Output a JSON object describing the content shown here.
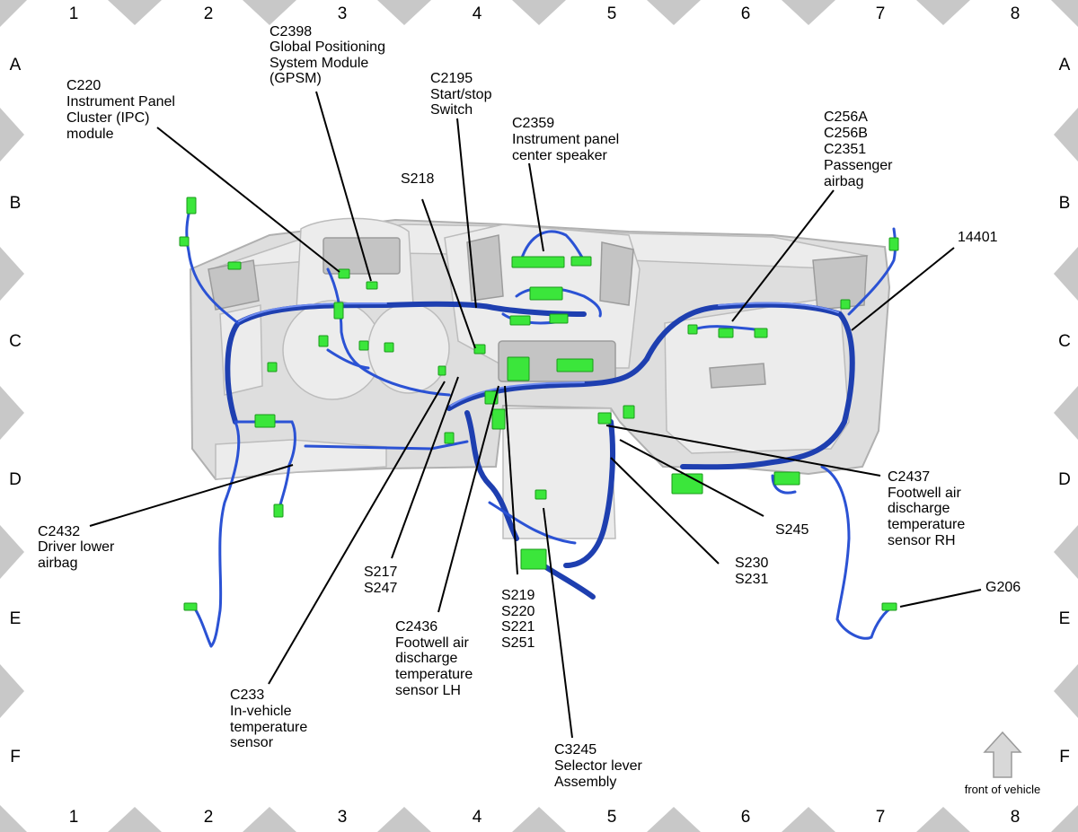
{
  "grid": {
    "columns": [
      "1",
      "2",
      "3",
      "4",
      "5",
      "6",
      "7",
      "8"
    ],
    "rows": [
      "A",
      "B",
      "C",
      "D",
      "E",
      "F"
    ]
  },
  "labels": {
    "c220": [
      "C220",
      "Instrument Panel",
      "Cluster (IPC)",
      "module"
    ],
    "c2398": [
      "C2398",
      "Global Positioning",
      "System Module",
      "(GPSM)"
    ],
    "c2195": [
      "C2195",
      "Start/stop",
      "Switch"
    ],
    "c2359": [
      "C2359",
      "Instrument panel",
      "center speaker"
    ],
    "s218": [
      "S218"
    ],
    "c256": [
      "C256A",
      "C256B",
      "C2351",
      "Passenger",
      "airbag"
    ],
    "p14401": [
      "14401"
    ],
    "c2437": [
      "C2437",
      "Footwell air",
      "discharge",
      "temperature",
      "sensor RH"
    ],
    "s245": [
      "S245"
    ],
    "s230": [
      "S230",
      "S231"
    ],
    "g206": [
      "G206"
    ],
    "c2432": [
      "C2432",
      "Driver lower",
      "airbag"
    ],
    "s217": [
      "S217",
      "S247"
    ],
    "s219": [
      "S219",
      "S220",
      "S221",
      "S251"
    ],
    "c2436": [
      "C2436",
      "Footwell air",
      "discharge",
      "temperature",
      "sensor LH"
    ],
    "c233": [
      "C233",
      "In-vehicle",
      "temperature",
      "sensor"
    ],
    "c3245": [
      "C3245",
      "Selector lever",
      "Assembly"
    ]
  },
  "front_of_vehicle": "front of vehicle",
  "colors": {
    "harness": "#1e3fb0",
    "connector": "#3be63b",
    "grid_marker": "#c8c8c8"
  }
}
